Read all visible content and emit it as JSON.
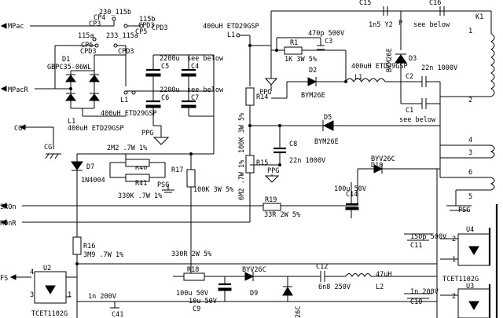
{
  "ports": {
    "mpac": "MPac",
    "mpacr": "MPacR",
    "cg": "CG",
    "cg2": "CG",
    "sron": "SROn",
    "ronr": "ROnR",
    "fs": "FS"
  },
  "connectors": {
    "p230_115b": "230_115b",
    "cp4": "CP4",
    "cp3": "CP3",
    "p115b": "115b",
    "cpd3a": "CPD3",
    "cp5": "CP5",
    "p115a": "115a",
    "p233_115a": "233_115a",
    "cp6": "CP6",
    "cpd3b": "CPD3",
    "cpd3c": "CPD3",
    "cpd3d": "CPD3"
  },
  "rectifier": {
    "ref": "D1",
    "part": "GBPC35-06WL"
  },
  "caps_bulk": {
    "c5_value": "2200u",
    "c5_ref": "C5",
    "c4_value": "see below",
    "c4_ref": "C4",
    "c6_value": "2200u",
    "c6_ref": "C6",
    "c7_value": "see below",
    "c7_ref": "C7"
  },
  "inductors": {
    "l1_top": "400uH ETD29GSP",
    "l1_top_ref": "L1",
    "l1_mid": "400uH ETD29GSP",
    "l1_bot": "400uH ETD29GSP",
    "l1_bot_ref": "L1",
    "l1_inner_ref": "L1",
    "l2_ref": "L2",
    "l2_value": "47uH"
  },
  "resistors": {
    "r1_ref": "R1",
    "r1_value": "1K 3W 5%",
    "r14_ref": "R14",
    "r14_value": "100K 3W 5%",
    "r15_ref": "R15",
    "r15_value": "6M2 .7W 1%",
    "r17_ref": "R17",
    "r17_value": "100K 3W 5%",
    "r40_ref": "R40",
    "r40_value": "2M2 .7W 1%",
    "r41_ref": "R41",
    "r41_value": "330K .7W 1%",
    "r16_ref": "R16",
    "r16_value": "3M9 .7W 1%",
    "r19_ref": "R19",
    "r19_value": "33R 2W 5%",
    "r18_ref": "R18",
    "r18_value": "330R 2W 5%"
  },
  "capacitors": {
    "c3_ref": "C3",
    "c3_value": "470p 500V",
    "c2_ref": "C2",
    "c2_value": "22n 1000V",
    "c1_ref": "C1",
    "c1_value": "see below",
    "c8_ref": "C8",
    "c8_value": "22n 1000V",
    "c14_ref": "C14",
    "c14_value": "100u 50V",
    "c11_ref": "C11",
    "c11_value": "150p 500V",
    "c12_ref": "C12",
    "c12_value": "6n8 250V",
    "c10_ref": "C10",
    "c10_value": "1n 200V",
    "c41_ref": "C41",
    "c41_value": "1n 200V",
    "c9_ref": "C9",
    "c9_value": "100u 50V",
    "c15_ref": "C15",
    "c15_value": "1n5 Y2",
    "c16_ref": "C16",
    "c16_value": "see below",
    "c9b_value": "10u 50V"
  },
  "diodes": {
    "d2_ref": "D2",
    "d2_part": "BYM26E",
    "d3_ref": "D3",
    "d3_part": "BYM26E",
    "d3_mid": "BYM26E",
    "d5_ref": "D5",
    "d5_part": "BYM26E",
    "d7_ref": "D7",
    "d7_part": "1N4004",
    "d10_ref": "D10",
    "d10_part": "BYV26C",
    "d9_ref": "D9",
    "d9_part": "BYV26C",
    "d9b_part": "26C",
    "top_mid": "P"
  },
  "transformer": {
    "ref": "K1",
    "pins": [
      "1",
      "2",
      "3",
      "4",
      "5",
      "6"
    ]
  },
  "opto": {
    "u2_ref": "U2",
    "u2_part": "TCET1102G",
    "u4_ref": "U4",
    "u4_part": "TCET1102G",
    "u3_ref": "U3",
    "u3_part": "TCET1102G",
    "u2_pin4": "4",
    "u2_pin3": "3",
    "u2_pin1": "1",
    "u4_pin2": "2",
    "u4_pin1": "1",
    "u3_pin2": "2"
  },
  "grounds": {
    "ppg1": "PPG",
    "ppg2": "PPG",
    "ppg3": "PPG",
    "psg1": "PSG",
    "psg2": "PSG"
  }
}
